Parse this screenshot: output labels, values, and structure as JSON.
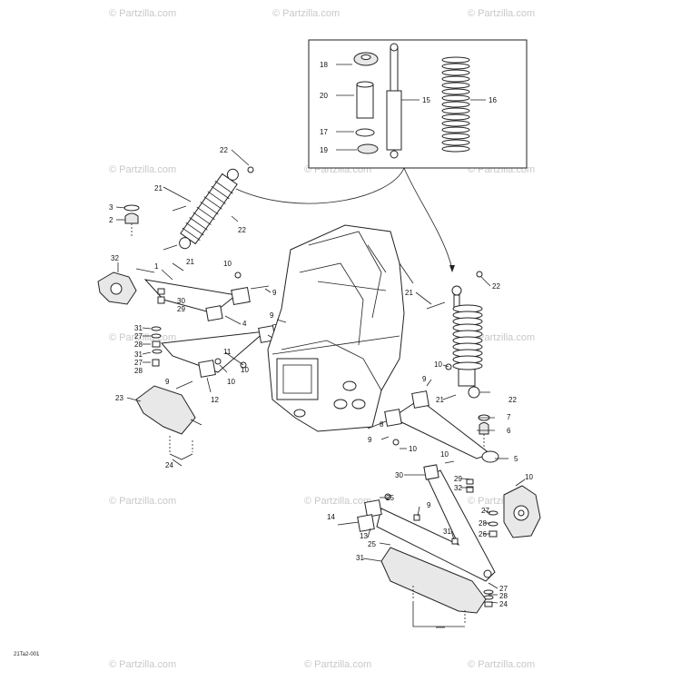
{
  "watermark": "© Partzilla.com",
  "diagram_code": "21Ta2-001",
  "callouts": [
    {
      "label": "18"
    },
    {
      "label": "20"
    },
    {
      "label": "17"
    },
    {
      "label": "19"
    },
    {
      "label": "15"
    },
    {
      "label": "16"
    },
    {
      "label": "22"
    },
    {
      "label": "21"
    },
    {
      "label": "3"
    },
    {
      "label": "2"
    },
    {
      "label": "22"
    },
    {
      "label": "21"
    },
    {
      "label": "32"
    },
    {
      "label": "1"
    },
    {
      "label": "10"
    },
    {
      "label": "9"
    },
    {
      "label": "30"
    },
    {
      "label": "29"
    },
    {
      "label": "4"
    },
    {
      "label": "31"
    },
    {
      "label": "27"
    },
    {
      "label": "28"
    },
    {
      "label": "9"
    },
    {
      "label": "31"
    },
    {
      "label": "27"
    },
    {
      "label": "28"
    },
    {
      "label": "11"
    },
    {
      "label": "10"
    },
    {
      "label": "9"
    },
    {
      "label": "12"
    },
    {
      "label": "10"
    },
    {
      "label": "23"
    },
    {
      "label": "24"
    },
    {
      "label": "22"
    },
    {
      "label": "21"
    },
    {
      "label": "10"
    },
    {
      "label": "9"
    },
    {
      "label": "21"
    },
    {
      "label": "22"
    },
    {
      "label": "7"
    },
    {
      "label": "6"
    },
    {
      "label": "8"
    },
    {
      "label": "10"
    },
    {
      "label": "9"
    },
    {
      "label": "5"
    },
    {
      "label": "10"
    },
    {
      "label": "30"
    },
    {
      "label": "29"
    },
    {
      "label": "32"
    },
    {
      "label": "10"
    },
    {
      "label": "25"
    },
    {
      "label": "9"
    },
    {
      "label": "14"
    },
    {
      "label": "13"
    },
    {
      "label": "25"
    },
    {
      "label": "31"
    },
    {
      "label": "27"
    },
    {
      "label": "28"
    },
    {
      "label": "26"
    },
    {
      "label": "31"
    },
    {
      "label": "27"
    },
    {
      "label": "28"
    },
    {
      "label": "24"
    }
  ]
}
